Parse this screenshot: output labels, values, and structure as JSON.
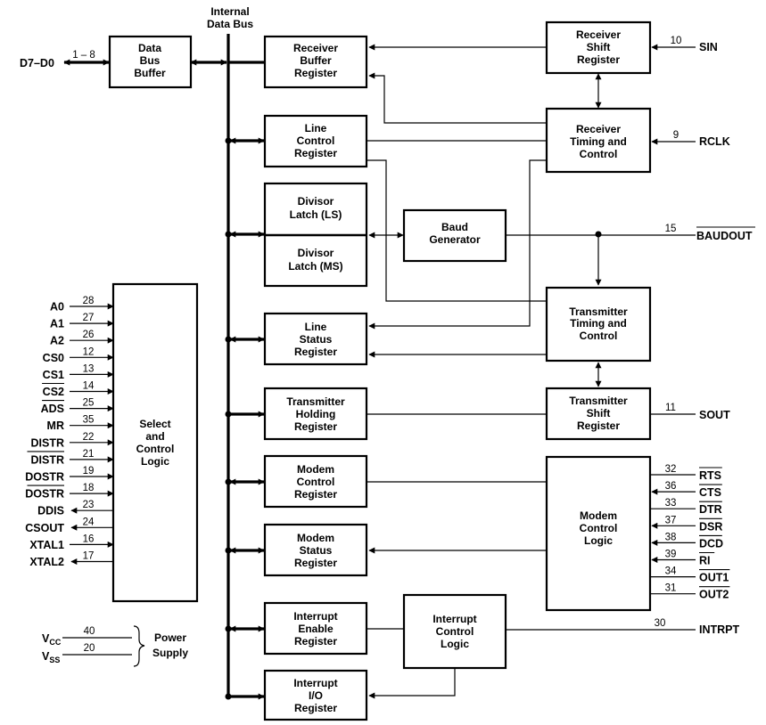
{
  "bus": {
    "label": [
      "Internal",
      "Data Bus"
    ]
  },
  "blocks": {
    "data_bus_buffer": [
      "Data",
      "Bus",
      "Buffer"
    ],
    "rbr": [
      "Receiver",
      "Buffer",
      "Register"
    ],
    "lcr": [
      "Line",
      "Control",
      "Register"
    ],
    "dll": [
      "Divisor",
      "Latch (LS)"
    ],
    "dlm": [
      "Divisor",
      "Latch (MS)"
    ],
    "lsr": [
      "Line",
      "Status",
      "Register"
    ],
    "thr": [
      "Transmitter",
      "Holding",
      "Register"
    ],
    "mcr": [
      "Modem",
      "Control",
      "Register"
    ],
    "msr": [
      "Modem",
      "Status",
      "Register"
    ],
    "ier": [
      "Interrupt",
      "Enable",
      "Register"
    ],
    "iir": [
      "Interrupt",
      "I/O",
      "Register"
    ],
    "rsr": [
      "Receiver",
      "Shift",
      "Register"
    ],
    "rtc": [
      "Receiver",
      "Timing and",
      "Control"
    ],
    "baud": [
      "Baud",
      "Generator"
    ],
    "ttc": [
      "Transmitter",
      "Timing and",
      "Control"
    ],
    "tsr": [
      "Transmitter",
      "Shift",
      "Register"
    ],
    "mcl": [
      "Modem",
      "Control",
      "Logic"
    ],
    "icl": [
      "Interrupt",
      "Control",
      "Logic"
    ],
    "scl": [
      "Select",
      "and",
      "Control",
      "Logic"
    ]
  },
  "data_port": {
    "label": "D7–D0",
    "pins": "1 – 8"
  },
  "left_pins": [
    {
      "name": "A0",
      "num": "28",
      "bar": false,
      "dir": "in"
    },
    {
      "name": "A1",
      "num": "27",
      "bar": false,
      "dir": "in"
    },
    {
      "name": "A2",
      "num": "26",
      "bar": false,
      "dir": "in"
    },
    {
      "name": "CS0",
      "num": "12",
      "bar": false,
      "dir": "in"
    },
    {
      "name": "CS1",
      "num": "13",
      "bar": false,
      "dir": "in"
    },
    {
      "name": "CS2",
      "num": "14",
      "bar": true,
      "dir": "in"
    },
    {
      "name": "ADS",
      "num": "25",
      "bar": true,
      "dir": "in"
    },
    {
      "name": "MR",
      "num": "35",
      "bar": false,
      "dir": "in"
    },
    {
      "name": "DISTR",
      "num": "22",
      "bar": false,
      "dir": "in"
    },
    {
      "name": "DISTR",
      "num": "21",
      "bar": true,
      "dir": "in"
    },
    {
      "name": "DOSTR",
      "num": "19",
      "bar": false,
      "dir": "in"
    },
    {
      "name": "DOSTR",
      "num": "18",
      "bar": true,
      "dir": "in"
    },
    {
      "name": "DDIS",
      "num": "23",
      "bar": false,
      "dir": "out"
    },
    {
      "name": "CSOUT",
      "num": "24",
      "bar": false,
      "dir": "out"
    },
    {
      "name": "XTAL1",
      "num": "16",
      "bar": false,
      "dir": "in"
    },
    {
      "name": "XTAL2",
      "num": "17",
      "bar": false,
      "dir": "out"
    }
  ],
  "power": {
    "vcc": {
      "name": "V",
      "sub": "CC",
      "num": "40"
    },
    "vss": {
      "name": "V",
      "sub": "SS",
      "num": "20"
    },
    "label": [
      "Power",
      "Supply"
    ]
  },
  "right_pins": {
    "sin": {
      "name": "SIN",
      "num": "10"
    },
    "rclk": {
      "name": "RCLK",
      "num": "9"
    },
    "baudout": {
      "name": "BAUDOUT",
      "num": "15",
      "bar": true
    },
    "sout": {
      "name": "SOUT",
      "num": "11"
    },
    "intrpt": {
      "name": "INTRPT",
      "num": "30"
    }
  },
  "modem_pins": [
    {
      "name": "RTS",
      "num": "32",
      "bar": true,
      "dir": "out"
    },
    {
      "name": "CTS",
      "num": "36",
      "bar": true,
      "dir": "in"
    },
    {
      "name": "DTR",
      "num": "33",
      "bar": true,
      "dir": "out"
    },
    {
      "name": "DSR",
      "num": "37",
      "bar": true,
      "dir": "in"
    },
    {
      "name": "DCD",
      "num": "38",
      "bar": true,
      "dir": "in"
    },
    {
      "name": "RI",
      "num": "39",
      "bar": true,
      "dir": "in"
    },
    {
      "name": "OUT1",
      "num": "34",
      "bar": true,
      "dir": "out"
    },
    {
      "name": "OUT2",
      "num": "31",
      "bar": true,
      "dir": "out"
    }
  ]
}
